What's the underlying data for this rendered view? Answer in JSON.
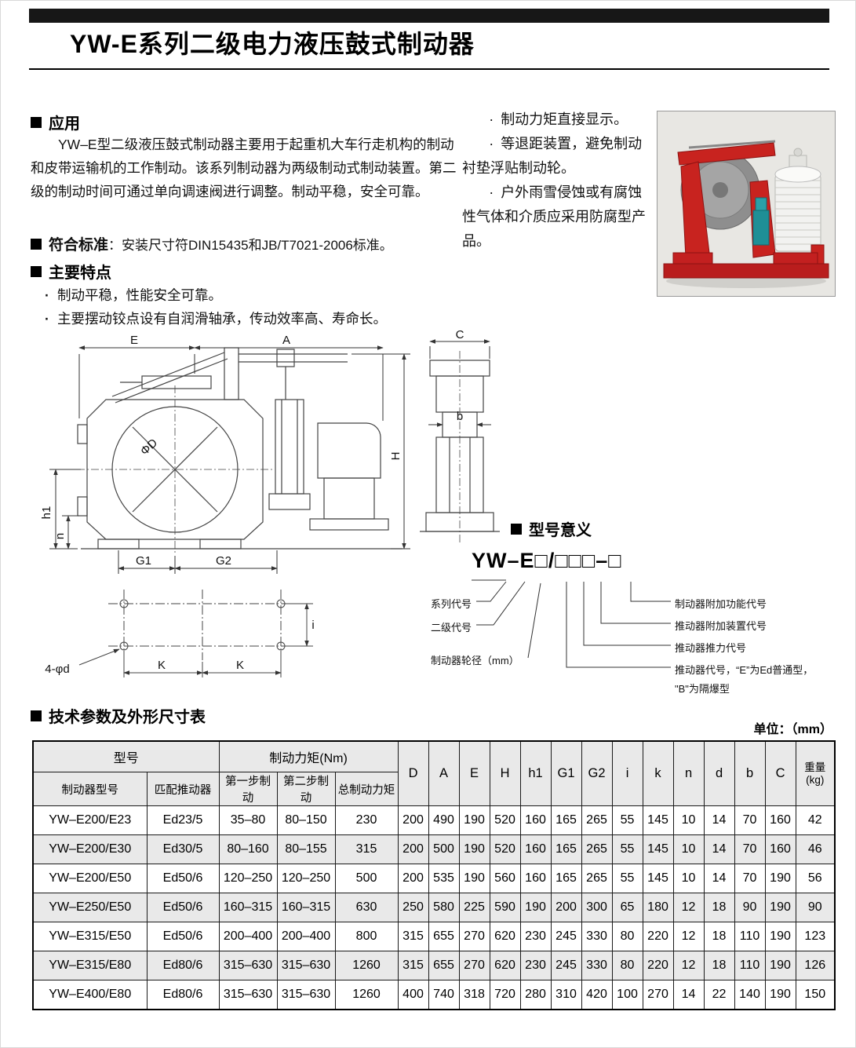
{
  "page": {
    "title": "YW-E系列二级电力液压鼓式制动器",
    "unit_note": "单位：（mm）"
  },
  "application": {
    "heading": "应用",
    "body": "YW–E型二级液压鼓式制动器主要用于起重机大车行走机构的制动和皮带运输机的工作制动。该系列制动器为两级制动式制动装置。第二级的制动时间可通过单向调速阀进行调整。制动平稳，安全可靠。"
  },
  "standard": {
    "heading": "符合标准",
    "body": "：安装尺寸符DIN15435和JB/T7021-2006标准。"
  },
  "features": {
    "heading": "主要特点",
    "items": [
      "制动平稳，性能安全可靠。",
      "主要摆动铰点设有自润滑轴承，传动效率高、寿命长。"
    ]
  },
  "highlights": {
    "items": [
      "制动力矩直接显示。",
      "等退距装置，避免制动衬垫浮贴制动轮。",
      "户外雨雪侵蚀或有腐蚀性气体和介质应采用防腐型产品。"
    ]
  },
  "model_meaning": {
    "heading": "型号意义",
    "code": "YW–E□/□□□–□",
    "left_labels": [
      "系列代号",
      "二级代号",
      "制动器轮径（mm）"
    ],
    "right_labels": [
      "制动器附加功能代号",
      "推动器附加装置代号",
      "推动器推力代号",
      "推动器代号，“E”为Ed普通型，",
      "\"B\"为隔爆型"
    ]
  },
  "drawing": {
    "labels": {
      "E": "E",
      "A": "A",
      "C": "C",
      "H": "H",
      "h1": "h1",
      "n": "n",
      "G1": "G1",
      "G2": "G2",
      "phiD": "ΦD",
      "b": "b",
      "K1": "K",
      "K2": "K",
      "holes": "4-φd",
      "i": "i"
    }
  },
  "spec_table": {
    "heading": "技术参数及外形尺寸表",
    "group_model": "型号",
    "group_torque": "制动力矩(Nm)",
    "sub_headers": [
      "制动器型号",
      "匹配推动器",
      "第一步制动",
      "第二步制动",
      "总制动力矩"
    ],
    "dim_headers": [
      "D",
      "A",
      "E",
      "H",
      "h1",
      "G1",
      "G2",
      "i",
      "k",
      "n",
      "d",
      "b",
      "C"
    ],
    "weight_line1": "重量",
    "weight_line2": "(kg)",
    "rows": [
      [
        "YW–E200/E23",
        "Ed23/5",
        "35–80",
        "80–150",
        "230",
        "200",
        "490",
        "190",
        "520",
        "160",
        "165",
        "265",
        "55",
        "145",
        "10",
        "14",
        "70",
        "160",
        "42"
      ],
      [
        "YW–E200/E30",
        "Ed30/5",
        "80–160",
        "80–155",
        "315",
        "200",
        "500",
        "190",
        "520",
        "160",
        "165",
        "265",
        "55",
        "145",
        "10",
        "14",
        "70",
        "160",
        "46"
      ],
      [
        "YW–E200/E50",
        "Ed50/6",
        "120–250",
        "120–250",
        "500",
        "200",
        "535",
        "190",
        "560",
        "160",
        "165",
        "265",
        "55",
        "145",
        "10",
        "14",
        "70",
        "190",
        "56"
      ],
      [
        "YW–E250/E50",
        "Ed50/6",
        "160–315",
        "160–315",
        "630",
        "250",
        "580",
        "225",
        "590",
        "190",
        "200",
        "300",
        "65",
        "180",
        "12",
        "18",
        "90",
        "190",
        "90"
      ],
      [
        "YW–E315/E50",
        "Ed50/6",
        "200–400",
        "200–400",
        "800",
        "315",
        "655",
        "270",
        "620",
        "230",
        "245",
        "330",
        "80",
        "220",
        "12",
        "18",
        "110",
        "190",
        "123"
      ],
      [
        "YW–E315/E80",
        "Ed80/6",
        "315–630",
        "315–630",
        "1260",
        "315",
        "655",
        "270",
        "620",
        "230",
        "245",
        "330",
        "80",
        "220",
        "12",
        "18",
        "110",
        "190",
        "126"
      ],
      [
        "YW–E400/E80",
        "Ed80/6",
        "315–630",
        "315–630",
        "1260",
        "400",
        "740",
        "318",
        "720",
        "280",
        "310",
        "420",
        "100",
        "270",
        "14",
        "22",
        "140",
        "190",
        "150"
      ]
    ]
  }
}
